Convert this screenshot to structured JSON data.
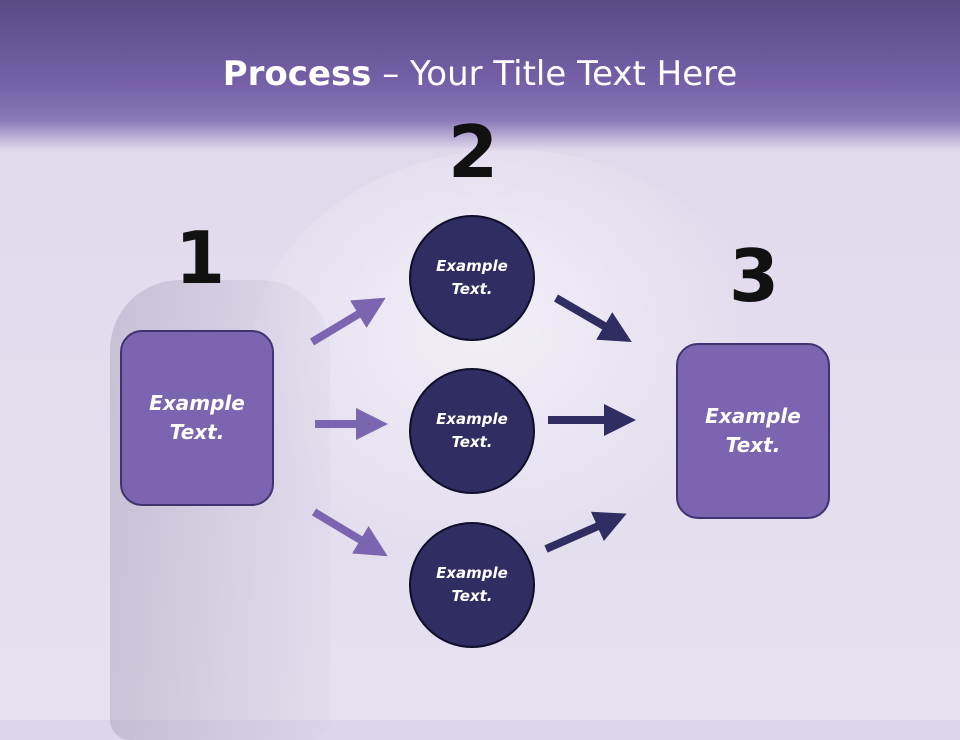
{
  "slide": {
    "title_bold": "Process",
    "title_rest": " – Your Title Text Here"
  },
  "steps": {
    "one": "1",
    "two": "2",
    "three": "3"
  },
  "nodes": {
    "left_box": [
      "Example",
      "Text."
    ],
    "circle_top": [
      "Example",
      "Text."
    ],
    "circle_middle": [
      "Example",
      "Text."
    ],
    "circle_bottom": [
      "Example",
      "Text."
    ],
    "right_box": [
      "Example",
      "Text."
    ]
  },
  "colors": {
    "header": "#7560a8",
    "box_fill": "#7b64b0",
    "circle_fill": "#302d63",
    "arrow_left": "#7b64b0",
    "arrow_right": "#302d63"
  }
}
